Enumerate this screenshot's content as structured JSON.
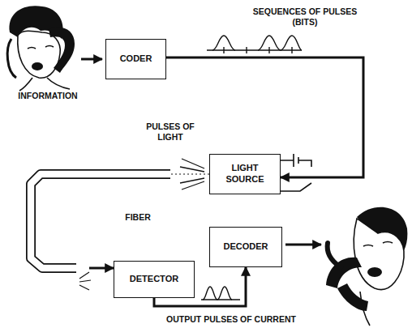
{
  "diagram": {
    "nodes": [
      {
        "text": [
          "CODER"
        ]
      },
      {
        "text": [
          "LIGHT SOURCE"
        ]
      },
      {
        "text": [
          "DETECTOR"
        ]
      },
      {
        "text": [
          "DECODER"
        ]
      }
    ],
    "edges": [
      {
        "from": 0,
        "to": 1,
        "arrow": "to"
      },
      {
        "from": 1,
        "to": 2,
        "arrow": "to"
      },
      {
        "from": 2,
        "to": 3,
        "arrow": "to"
      }
    ],
    "labels": [
      "INFORMATION",
      "SEQUENCES OF PULSES (BITS)",
      "PULSES OF LIGHT",
      "FIBER",
      "OUTPUT PULSES OF CURRENT"
    ]
  }
}
